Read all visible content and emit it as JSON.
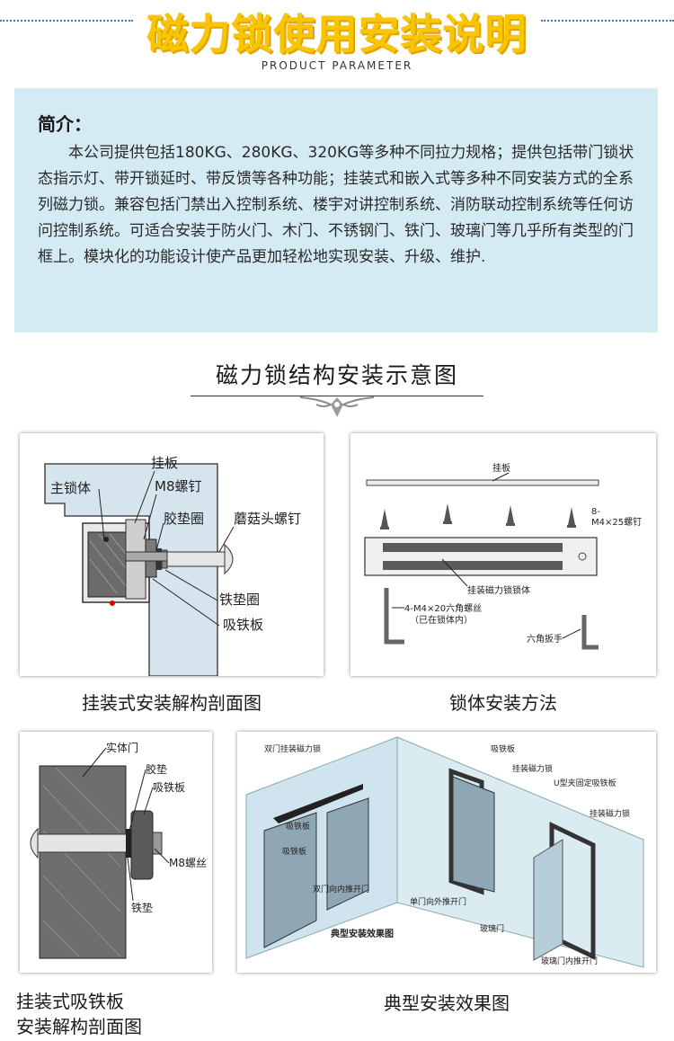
{
  "header": {
    "title": "磁力锁使用安装说明",
    "subtitle": "PRODUCT PARAMETER"
  },
  "intro": {
    "heading": "简介：",
    "body": "本公司提供包括180KG、280KG、320KG等多种不同拉力规格；提供包括带门锁状态指示灯、带开锁延时、带反馈等各种功能；挂装式和嵌入式等多种不同安装方式的全系列磁力锁。兼容包括门禁出入控制系统、楼宇对讲控制系统、消防联动控制系统等任何访问控制系统。可适合安装于防火门、木门、不锈钢门、铁门、玻璃门等几乎所有类型的门框上。模块化的功能设计使产品更加轻松地实现安装、升级、维护."
  },
  "section": {
    "title": "磁力锁结构安装示意图"
  },
  "diagram1": {
    "caption": "挂装式安装解构剖面图",
    "labels": {
      "main_body": "主锁体",
      "bracket": "挂板",
      "m8_screw": "M8螺钉",
      "rubber_washer": "胶垫圈",
      "mushroom_screw": "蘑菇头螺钉",
      "iron_washer": "铁垫圈",
      "armature": "吸铁板"
    }
  },
  "diagram2": {
    "caption": "锁体安装方法",
    "labels": {
      "bracket": "挂板",
      "screw_spec_1": "8-",
      "screw_spec_2": "M4×25螺钉",
      "lock_body": "挂装磁力锁锁体",
      "hex_screw_1": "4-M4×20六角螺丝",
      "hex_screw_2": "（已在锁体内）",
      "hex_wrench": "六角扳手"
    }
  },
  "diagram3": {
    "caption_line1": "挂装式吸铁板",
    "caption_line2": "安装解构剖面图",
    "labels": {
      "solid_door": "实体门",
      "rubber": "胶垫",
      "armature": "吸铁板",
      "m8": "M8螺丝",
      "washer": "铁垫"
    }
  },
  "diagram4": {
    "caption": "典型安装效果图",
    "labels": {
      "double_lock": "双门挂装磁力锁",
      "armature_a": "吸铁板",
      "single_lock": "挂装磁力锁",
      "u_bracket": "U型夹固定吸铁板",
      "lock_c": "挂装磁力锁",
      "armature_b": "吸铁板",
      "armature_c": "吸铁板",
      "double_push": "双门向内推开门",
      "single_push": "单门向外推开门",
      "glass_door": "玻璃门",
      "typical": "典型安装效果图",
      "glass_push": "玻璃门内推开门"
    }
  }
}
